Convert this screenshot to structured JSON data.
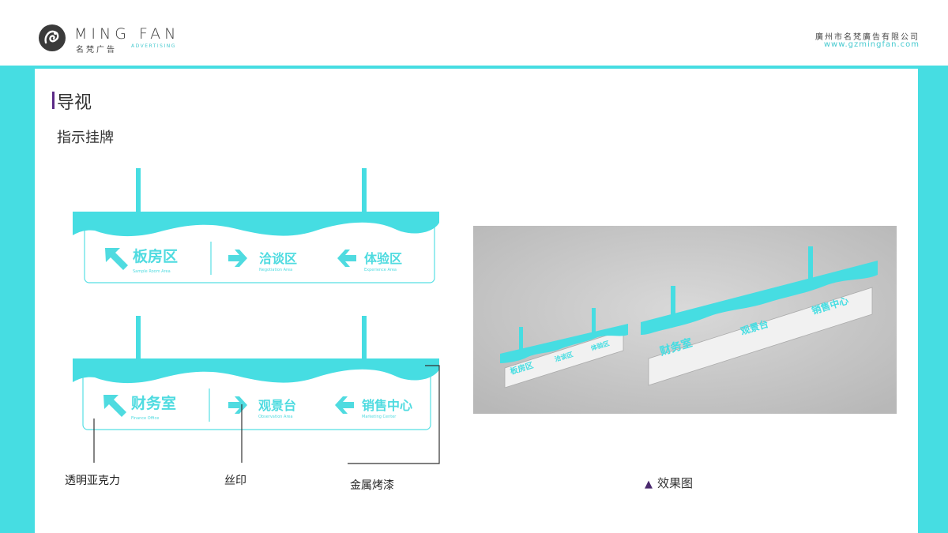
{
  "header": {
    "brand_name": "MING FAN",
    "brand_cn": "名梵广告",
    "brand_sub": "ADVERTISING",
    "company_name": "廣州市名梵廣告有限公司",
    "company_url": "www.gzmingfan.com"
  },
  "section": {
    "title": "导视",
    "subtitle": "指示挂牌"
  },
  "sign_top": {
    "items": [
      {
        "arrow": "up-left",
        "label": "板房区",
        "sub": "Sample Room Area"
      },
      {
        "arrow": "right",
        "label": "洽谈区",
        "sub": "Negotiation Area"
      },
      {
        "arrow": "left",
        "label": "体验区",
        "sub": "Experience Area"
      }
    ]
  },
  "sign_bottom": {
    "items": [
      {
        "arrow": "up-left",
        "label": "财务室",
        "sub": "Finance Office"
      },
      {
        "arrow": "right",
        "label": "观景台",
        "sub": "Observation Area"
      },
      {
        "arrow": "left",
        "label": "销售中心",
        "sub": "Marketing Center"
      }
    ]
  },
  "callouts": {
    "acrylic": "透明亚克力",
    "silkscreen": "丝印",
    "metal_paint": "金属烤漆"
  },
  "render": {
    "big_sign": [
      "财务室",
      "观景台",
      "销售中心"
    ],
    "small_sign": [
      "板房区",
      "洽谈区",
      "体验区"
    ],
    "caption": "效果图"
  },
  "colors": {
    "accent": "#46dde2",
    "sign_text": "#4fdbe0",
    "title_bar": "#5b2a86",
    "photo_bg": "#c9c9c9"
  }
}
